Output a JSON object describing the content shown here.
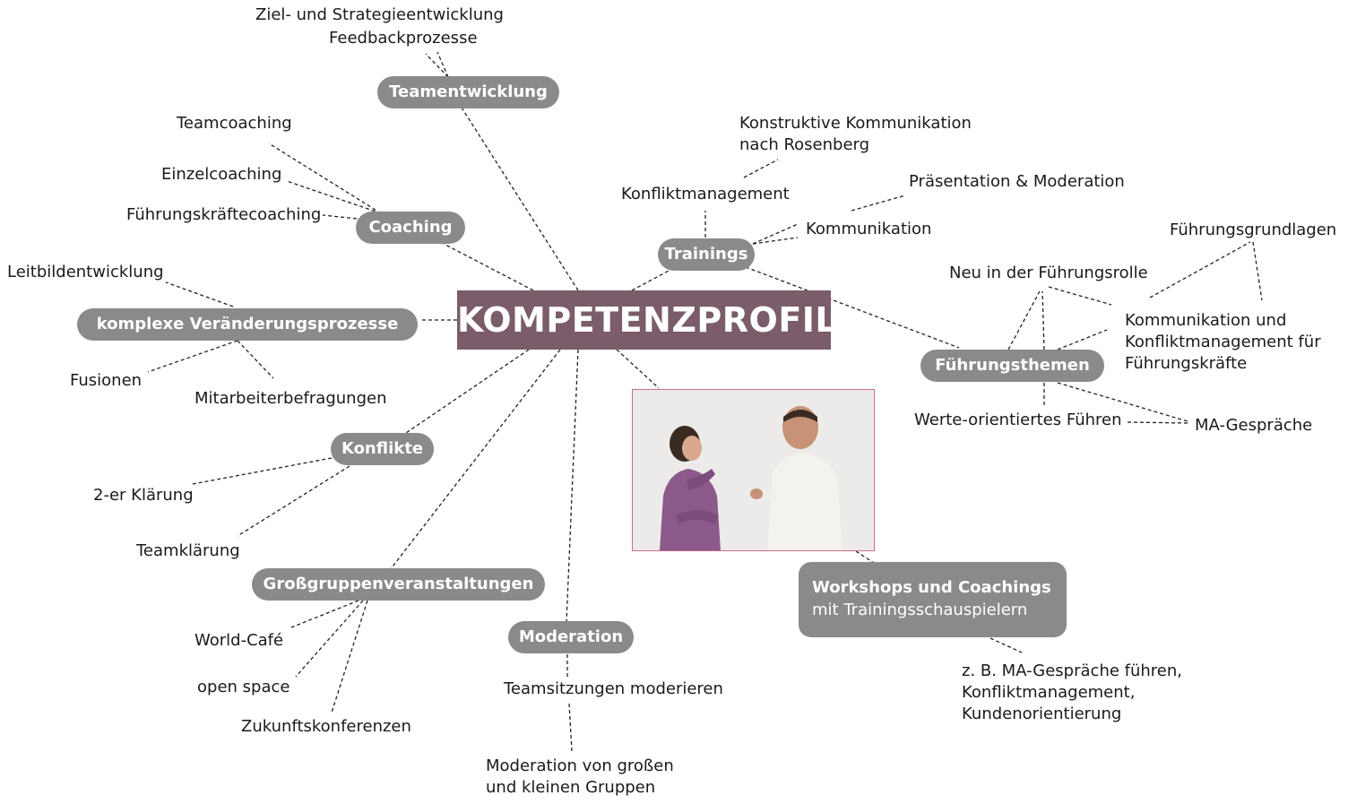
{
  "center": "KOMPETENZPROFIL",
  "categories": {
    "teamentwicklung": "Teamentwicklung",
    "coaching": "Coaching",
    "veraenderung": "komplexe Veränderungsprozesse",
    "konflikte": "Konflikte",
    "grossgruppen": "Großgruppenveranstaltungen",
    "moderation": "Moderation",
    "trainings": "Trainings",
    "fuehrungsthemen": "Führungsthemen"
  },
  "items": {
    "ziel": "Ziel- und Strategieentwicklung",
    "feedback": "Feedbackprozesse",
    "teamcoaching": "Teamcoaching",
    "einzelcoaching": "Einzelcoaching",
    "fuehrungskraeftecoaching": "Führungskräftecoaching",
    "leitbild": "Leitbildentwicklung",
    "fusionen": "Fusionen",
    "mitarbeiterbefragungen": "Mitarbeiterbefragungen",
    "klaerung2": "2-er Klärung",
    "teamklaerung": "Teamklärung",
    "worldcafe": "World-Café",
    "openspace": "open space",
    "zukunft": "Zukunftskonferenzen",
    "teamsitzungen": "Teamsitzungen moderieren",
    "mod_gruppen_1": "Moderation von großen",
    "mod_gruppen_2": "und kleinen Gruppen",
    "konstruktiv_1": "Konstruktive Kommunikation",
    "konstruktiv_2": "nach Rosenberg",
    "konfliktmanagement": "Konfliktmanagement",
    "praesentation": "Präsentation & Moderation",
    "kommunikation": "Kommunikation",
    "fuehrungsgrundlagen": "Führungsgrundlagen",
    "neu_rolle": "Neu in der Führungsrolle",
    "kommkonf_1": "Kommunikation und",
    "kommkonf_2": "Konfliktmanagement für",
    "kommkonf_3": "Führungskräfte",
    "werte": "Werte-orientiertes Führen",
    "ma_gespraeche": "MA-Gespräche",
    "zb_1": "z. B. MA-Gespräche führen,",
    "zb_2": "Konfliktmanagement,",
    "zb_3": "Kundenorientierung"
  },
  "workshop": {
    "title": "Workshops und Coachings",
    "subtitle": "mit Trainingsschauspielern"
  },
  "colors": {
    "center": "#7a5c6a",
    "pill": "#8a8a8a",
    "photo_border": "#c96d8c"
  }
}
